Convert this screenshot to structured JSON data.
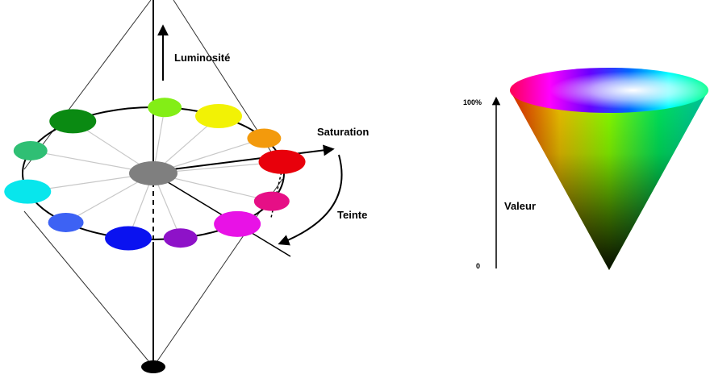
{
  "hsl_diagram": {
    "labels": {
      "luminosity": "Luminosité",
      "saturation": "Saturation",
      "hue": "Teinte"
    },
    "center_color": "#7f7f7f",
    "apex_color": "#000000",
    "hue_swatches": [
      {
        "name": "red",
        "color": "#e8000b"
      },
      {
        "name": "rose",
        "color": "#e60f86"
      },
      {
        "name": "magenta",
        "color": "#e812e6"
      },
      {
        "name": "violet",
        "color": "#8e12c8"
      },
      {
        "name": "blue",
        "color": "#0a12f0"
      },
      {
        "name": "azure",
        "color": "#3d62f4"
      },
      {
        "name": "cyan",
        "color": "#08e6ec"
      },
      {
        "name": "spring-green",
        "color": "#2fbf74"
      },
      {
        "name": "green",
        "color": "#0a8a12"
      },
      {
        "name": "chartreuse",
        "color": "#83ee16"
      },
      {
        "name": "yellow",
        "color": "#f2f205"
      },
      {
        "name": "orange",
        "color": "#f39a0c"
      }
    ]
  },
  "hsv_cone": {
    "labels": {
      "value": "Valeur",
      "top": "100%",
      "bottom": "0"
    }
  }
}
